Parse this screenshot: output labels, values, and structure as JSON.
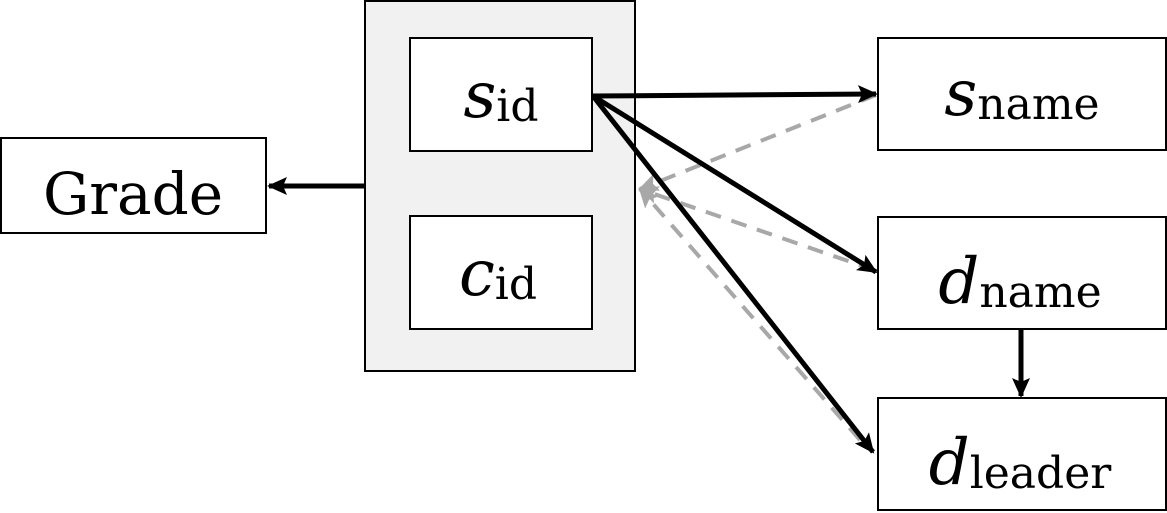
{
  "nodes": {
    "grade": {
      "label": "Grade"
    },
    "s_id": {
      "symbol": "s",
      "subscript": "id"
    },
    "c_id": {
      "symbol": "c",
      "subscript": "id"
    },
    "s_name": {
      "symbol": "s",
      "subscript": "name"
    },
    "d_name": {
      "symbol": "d",
      "subscript": "name"
    },
    "d_leader": {
      "symbol": "d",
      "subscript": "leader"
    }
  },
  "colors": {
    "solid_edge": "#000000",
    "dashed_edge": "#a8a8a8",
    "group_fill": "#f1f1f1"
  }
}
